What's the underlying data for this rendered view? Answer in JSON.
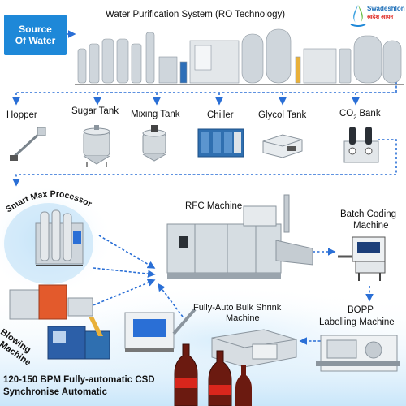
{
  "source_box": {
    "line1": "Source",
    "line2": "Of Water",
    "color": "#1e88d8"
  },
  "header": {
    "title": "Water Purification System (RO Technology)"
  },
  "logo": {
    "brand": "SwadeshIon",
    "hindi": "स्वदेश आयन"
  },
  "stage1": {
    "hopper": "Hopper",
    "sugar_tank": "Sugar Tank",
    "mixing_tank": "Mixing Tank",
    "chiller": "Chiller",
    "glycol_tank": "Glycol Tank",
    "co2_bank_prefix": "CO",
    "co2_bank_sub": "2",
    "co2_bank_suffix": " Bank"
  },
  "stage2": {
    "smart_max": "Smart Max Processor",
    "rfc_machine": "RFC Machine",
    "batch_coding_line1": "Batch Coding",
    "batch_coding_line2": "Machine",
    "blowing_line1": "Blowing",
    "blowing_line2": "Machine",
    "shrink_line1": "Fully-Auto Bulk Shrink",
    "shrink_line2": "Machine",
    "bopp_line1": "BOPP",
    "bopp_line2": "Labelling Machine"
  },
  "footer": {
    "line1": "120-150 BPM Fully-automatic CSD",
    "line2": "Synchronise Automatic"
  },
  "colors": {
    "arrow": "#2a6fd6",
    "water": "#d4ecfb",
    "accent": "#1e88d8"
  }
}
